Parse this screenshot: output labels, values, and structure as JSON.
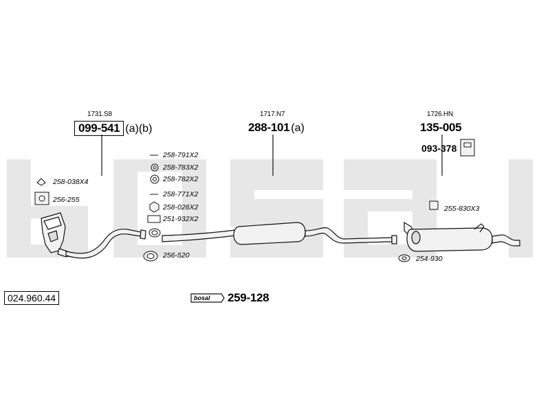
{
  "diagram": {
    "catalog_number": "024.960.44",
    "brand_logo_text": "bosal",
    "front_section": {
      "ref": "1731.S8",
      "part_number": "099-541",
      "variant": "(a)(b)",
      "callouts": [
        "258-038X4",
        "256-255"
      ]
    },
    "middle_section": {
      "ref": "1717.N7",
      "part_number": "288-101",
      "variant": "(a)",
      "callouts": [
        "258-791X2",
        "258-783X2",
        "258-782X2",
        "258-771X2",
        "258-026X2",
        "251-932X2",
        "256-520"
      ]
    },
    "rear_section": {
      "ref": "1726.HN",
      "part_number": "135-005",
      "bracket_part": "093-378",
      "callouts": [
        "255-830X3",
        "254-930"
      ]
    },
    "mounting_kit": {
      "part_number": "259-128"
    }
  },
  "colors": {
    "watermark": "#e7e7e7",
    "line": "#111111",
    "part_fill": "#f2f2f2"
  }
}
